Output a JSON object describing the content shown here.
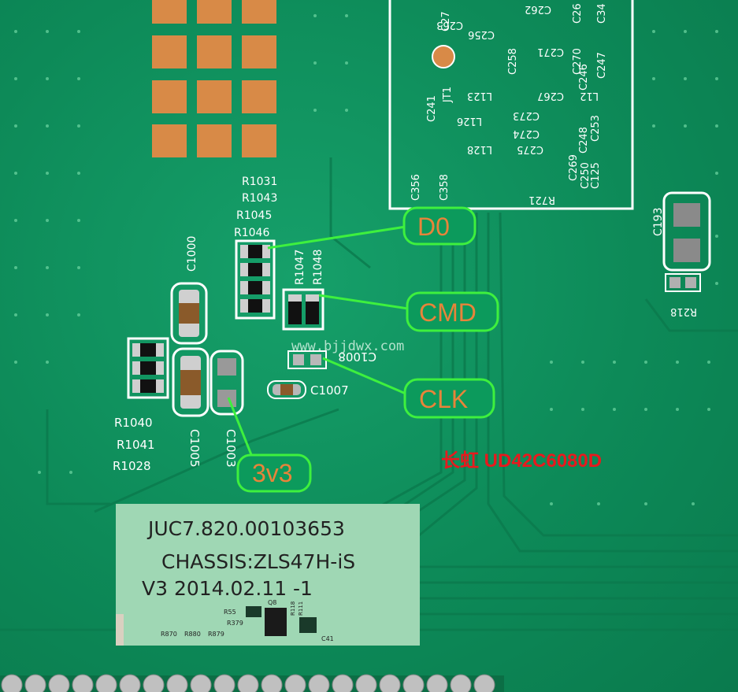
{
  "pads_silk": {
    "resistor_group_top": [
      "R1031",
      "R1043",
      "R1045",
      "R1046"
    ],
    "r1047": "R1047",
    "r1048": "R1048",
    "c1000": "C1000",
    "c1007": "C1007",
    "c1008": "C1008",
    "resistor_group_left": [
      "R1040",
      "R1041",
      "R1028"
    ],
    "c1005": "C1005",
    "c1003": "C1003",
    "c193": "C193",
    "r218": "R218"
  },
  "ic_area_silk": [
    "C27",
    "C263",
    "C262",
    "C26",
    "C34",
    "C256",
    "C271",
    "C270",
    "C246",
    "C247",
    "C258",
    "C241",
    "JT1",
    "C267",
    "L123",
    "L12",
    "C273",
    "L126",
    "C274",
    "C248",
    "C253",
    "C275",
    "L128",
    "C269",
    "C250",
    "C125",
    "C356",
    "C358",
    "R721"
  ],
  "callouts": {
    "d0": "D0",
    "cmd": "CMD",
    "clk": "CLK",
    "v33": "3v3"
  },
  "watermark": "www.bjjdwx.com",
  "brand_label": "长虹 UD42C6080D",
  "sticker": {
    "line1": "JUC7.820.00103653",
    "line2": "CHASSIS:ZLS47H-iS",
    "line3": "V3  2014.02.11   -1"
  },
  "bottom_silk": [
    "R55",
    "Q8",
    "R118",
    "R111",
    "R379",
    "R870",
    "R880",
    "R879",
    "C41"
  ],
  "colors": {
    "pcb_green": "#0f8a5c",
    "callout_outline": "#3ef03e",
    "callout_text": "#e8843a",
    "brand_red": "#e8191e",
    "pad_copper": "#d88a47"
  }
}
